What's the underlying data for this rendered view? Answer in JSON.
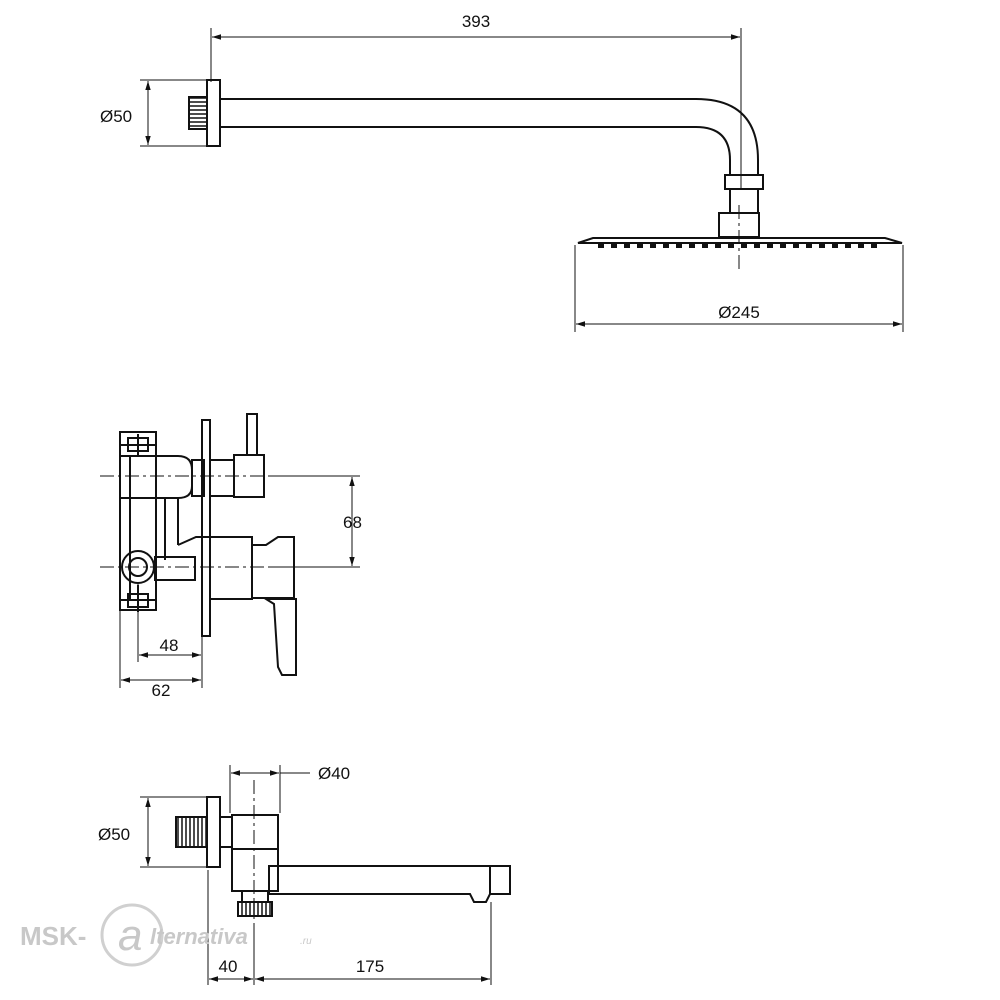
{
  "shower_head_view": {
    "arm_length": "393",
    "flange_diameter": "Ø50",
    "head_diameter": "Ø245"
  },
  "mixer_view": {
    "center_distance": "68",
    "depth_inner": "48",
    "depth_outer": "62"
  },
  "spout_view": {
    "body_diameter": "Ø40",
    "flange_diameter": "Ø50",
    "offset": "40",
    "spout_length": "175"
  },
  "watermark": {
    "prefix": "MSK-",
    "letter": "a",
    "suffix": "lternativa",
    "tld": ".ru"
  },
  "colors": {
    "line": "#111111",
    "watermark": "#c8c8c8"
  }
}
